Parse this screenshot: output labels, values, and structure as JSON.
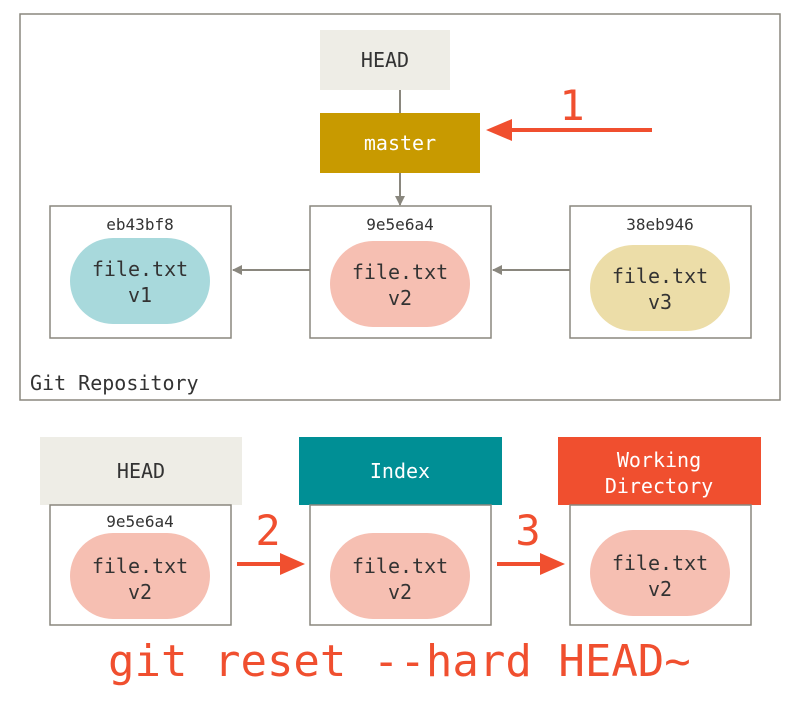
{
  "repository": {
    "label": "Git Repository",
    "head_label": "HEAD",
    "branch_label": "master",
    "step_number": "1",
    "commits": [
      {
        "hash": "eb43bf8",
        "file": "file.txt",
        "version": "v1",
        "color": "#a8d9dc"
      },
      {
        "hash": "9e5e6a4",
        "file": "file.txt",
        "version": "v2",
        "color": "#f6bfb2"
      },
      {
        "hash": "38eb946",
        "file": "file.txt",
        "version": "v3",
        "color": "#ecdda8"
      }
    ]
  },
  "trees": [
    {
      "title": "HEAD",
      "hash": "9e5e6a4",
      "file": "file.txt",
      "version": "v2",
      "header_color": "#eeede6",
      "title_color": "#333333"
    },
    {
      "title": "Index",
      "hash": "",
      "file": "file.txt",
      "version": "v2",
      "header_color": "#008f95",
      "title_color": "#ffffff"
    },
    {
      "title_line1": "Working",
      "title_line2": "Directory",
      "hash": "",
      "file": "file.txt",
      "version": "v2",
      "header_color": "#f04f2f",
      "title_color": "#ffffff"
    }
  ],
  "steps": {
    "two": "2",
    "three": "3"
  },
  "command": "git reset --hard HEAD~",
  "colors": {
    "accent": "#f04f2f",
    "branch": "#c89a00",
    "head_box": "#eeede6",
    "border": "#8a877e",
    "pill_v2": "#f6bfb2"
  }
}
